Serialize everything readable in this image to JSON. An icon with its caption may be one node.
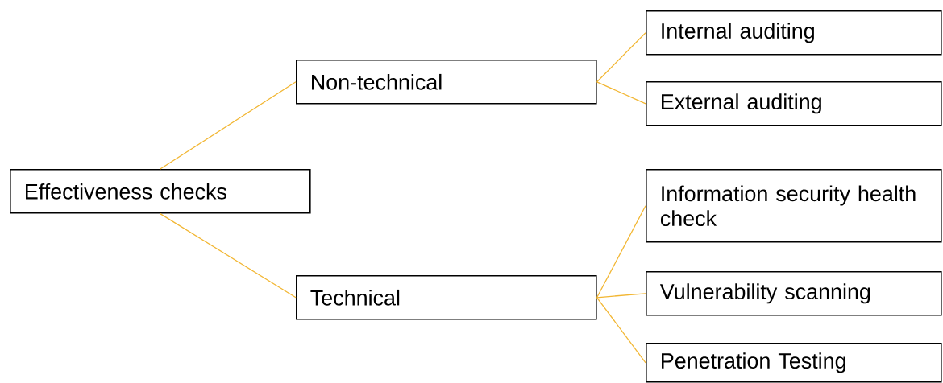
{
  "diagram": {
    "nodes": [
      {
        "text": [
          "Effectiveness checks"
        ]
      },
      {
        "text": [
          "Non-technical"
        ]
      },
      {
        "text": [
          "Technical"
        ]
      },
      {
        "text": [
          "Internal auditing"
        ]
      },
      {
        "text": [
          "External auditing"
        ]
      },
      {
        "text": [
          "Information security health check"
        ]
      },
      {
        "text": [
          "Vulnerability scanning"
        ]
      },
      {
        "text": [
          "Penetration Testing"
        ]
      }
    ],
    "edges": [
      {
        "from": 0,
        "to": 1,
        "arrow": "none"
      },
      {
        "from": 0,
        "to": 2,
        "arrow": "none"
      },
      {
        "from": 1,
        "to": 3,
        "arrow": "none"
      },
      {
        "from": 1,
        "to": 4,
        "arrow": "none"
      },
      {
        "from": 2,
        "to": 5,
        "arrow": "none"
      },
      {
        "from": 2,
        "to": 6,
        "arrow": "none"
      },
      {
        "from": 2,
        "to": 7,
        "arrow": "none"
      }
    ]
  }
}
